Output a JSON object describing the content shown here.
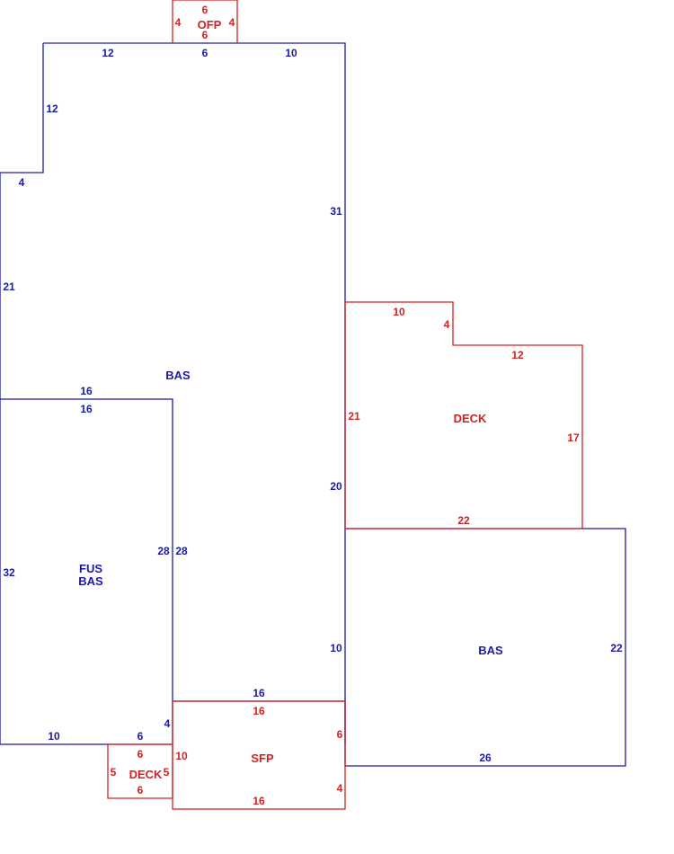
{
  "colors": {
    "main": "#1a1aaa",
    "addition": "#d42020",
    "background": "#ffffff"
  },
  "areas": {
    "bas_main": "BAS",
    "fus": "FUS",
    "fus_bas": "BAS",
    "bas_right": "BAS",
    "deck_right": "DECK",
    "deck_small": "DECK",
    "sfp": "SFP",
    "ofp": "OFP"
  },
  "dims": {
    "bas_top_left": "12",
    "bas_top_mid": "6",
    "bas_top_right": "10",
    "bas_left_step": "12",
    "bas_step_top": "4",
    "bas_left_upper": "21",
    "bas_right_upper": "31",
    "bas_right_mid": "20",
    "bas_right_lower": "10",
    "fus_top_outer": "16",
    "fus_top_inner": "16",
    "fus_left": "32",
    "fus_right_inner": "28",
    "fus_right_outer": "28",
    "fus_bottom_left": "10",
    "fus_bottom_right": "6",
    "fus_notch": "4",
    "ofp_top": "6",
    "ofp_left": "4",
    "ofp_right": "4",
    "ofp_bottom": "6",
    "deck_top": "10",
    "deck_step": "4",
    "deck_top_right": "12",
    "deck_left": "21",
    "deck_right": "17",
    "deck_bottom": "22",
    "bas_right_side": "22",
    "bas_right_bottom": "26",
    "sfp_top_outer": "16",
    "sfp_top_inner": "16",
    "sfp_right_upper": "6",
    "sfp_left": "10",
    "sfp_right_lower": "4",
    "sfp_bottom": "16",
    "deck_small_top": "6",
    "deck_small_left": "5",
    "deck_small_right": "5",
    "deck_small_bottom": "6"
  }
}
